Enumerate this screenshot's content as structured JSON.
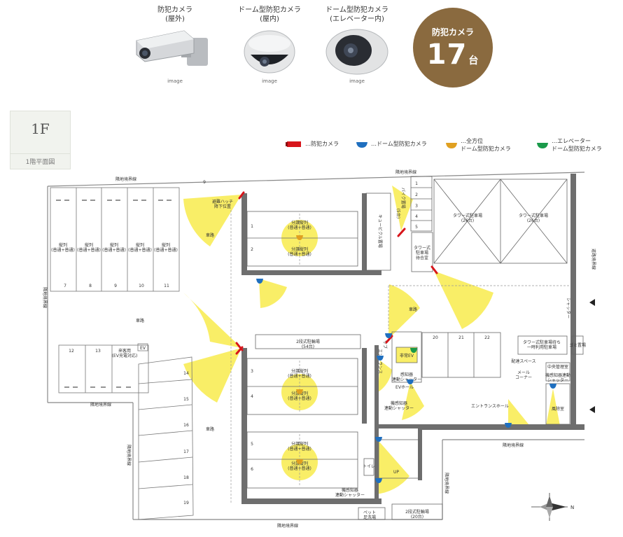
{
  "cameras": [
    {
      "title_line1": "防犯カメラ",
      "title_line2": "(屋外)",
      "caption": "image",
      "icon": "bullet-camera-icon"
    },
    {
      "title_line1": "ドーム型防犯カメラ",
      "title_line2": "(屋内)",
      "caption": "image",
      "icon": "dome-camera-icon"
    },
    {
      "title_line1": "ドーム型防犯カメラ",
      "title_line2": "(エレベーター内)",
      "caption": "image",
      "icon": "elevator-dome-camera-icon"
    }
  ],
  "total": {
    "label": "防犯カメラ",
    "count": "17",
    "unit": "台",
    "color": "#8a6a3f"
  },
  "floor": {
    "code": "1F",
    "name": "1階平面図"
  },
  "legend": [
    {
      "label": "…防犯カメラ",
      "color": "#d7151b",
      "icon": "security-camera-marker-icon"
    },
    {
      "label": "…ドーム型防犯カメラ",
      "color": "#1f6fbf",
      "icon": "dome-camera-marker-icon"
    },
    {
      "label_line1": "…全方位",
      "label_line2": "ドーム型防犯カメラ",
      "color": "#e0a020",
      "icon": "omni-dome-camera-marker-icon"
    },
    {
      "label_line1": "…エレベーター",
      "label_line2": "ドーム型防犯カメラ",
      "color": "#1a9a4a",
      "icon": "elevator-camera-marker-icon"
    }
  ],
  "plan": {
    "boundary_w": "隣地境界線",
    "boundary_top": "隣地境界線",
    "boundary_left": "隣地境界線",
    "boundary_bottom_left": "隣地境界線",
    "boundary_bottom": "隣地境界線",
    "boundary_mid": "隣地境界線",
    "boundary_right_lower": "隣地境界線",
    "road_boundary": "道路境界線",
    "parking_left": [
      "7",
      "8",
      "9",
      "10",
      "11"
    ],
    "parking_type": "縦列\n(普通+普通)",
    "parking_lower_left": [
      "12",
      "13"
    ],
    "guest_parking": "来客用\n(EV充電対応)",
    "ev_label": "EV",
    "parking_right_col": [
      "14",
      "15",
      "16",
      "17",
      "18",
      "19"
    ],
    "road_labels": [
      "車路",
      "車路",
      "車路",
      "車路"
    ],
    "evac_hatch": "避難ハッチ\n降下位置",
    "split_units_top": [
      "1",
      "2"
    ],
    "split_units_mid": [
      "3",
      "4"
    ],
    "split_units_bottom": [
      "5",
      "6"
    ],
    "split_label": "分譲縦列\n(普通+普通)",
    "cubicle": "キュービクル置場",
    "bike_parking": "バイク置場\n(5台)",
    "bike_slots": [
      "1",
      "2",
      "3",
      "4",
      "5"
    ],
    "tower_waiting": "タワー式\n駐車場\n待合室",
    "tower_parking": "タワー式駐車場\n(26台)",
    "tower_parking_2": "タワー式駐車場\n(26台)",
    "shutter": "シャッター",
    "two_tier_parking_54": "2段式駐輪場\n(54台)",
    "sub_entrance": "サブ\nエントランス",
    "emergency_ev": "非常EV",
    "sensor_shutter": "感知器\n連動シャッター",
    "ev_hall": "EVホール",
    "sensor_shutter_2": "機感知器\n連動シャッター",
    "parking_units_right": [
      "20",
      "21",
      "22"
    ],
    "tower_waiting_2": "タワー式駐車場待ち\n一時利用駐車場",
    "gomi": "ゴミ置場",
    "delivery": "配達スペース",
    "mail_corner": "メール\nコーナー",
    "admin_room": "中央管理室",
    "sensor_shutter_3": "機感知器連動\nシャッター",
    "wind_room": "風除室",
    "entrance_hall": "エントランスホール",
    "toilet": "トイレ",
    "up_label": "UP",
    "sensor_shutter_4": "機感知器\n連動シャッター",
    "pet_wash": "ペット\n足洗場",
    "two_tier_parking_20": "2段式駐輪場\n(20台)",
    "nine_label": "9",
    "compass": "N"
  }
}
